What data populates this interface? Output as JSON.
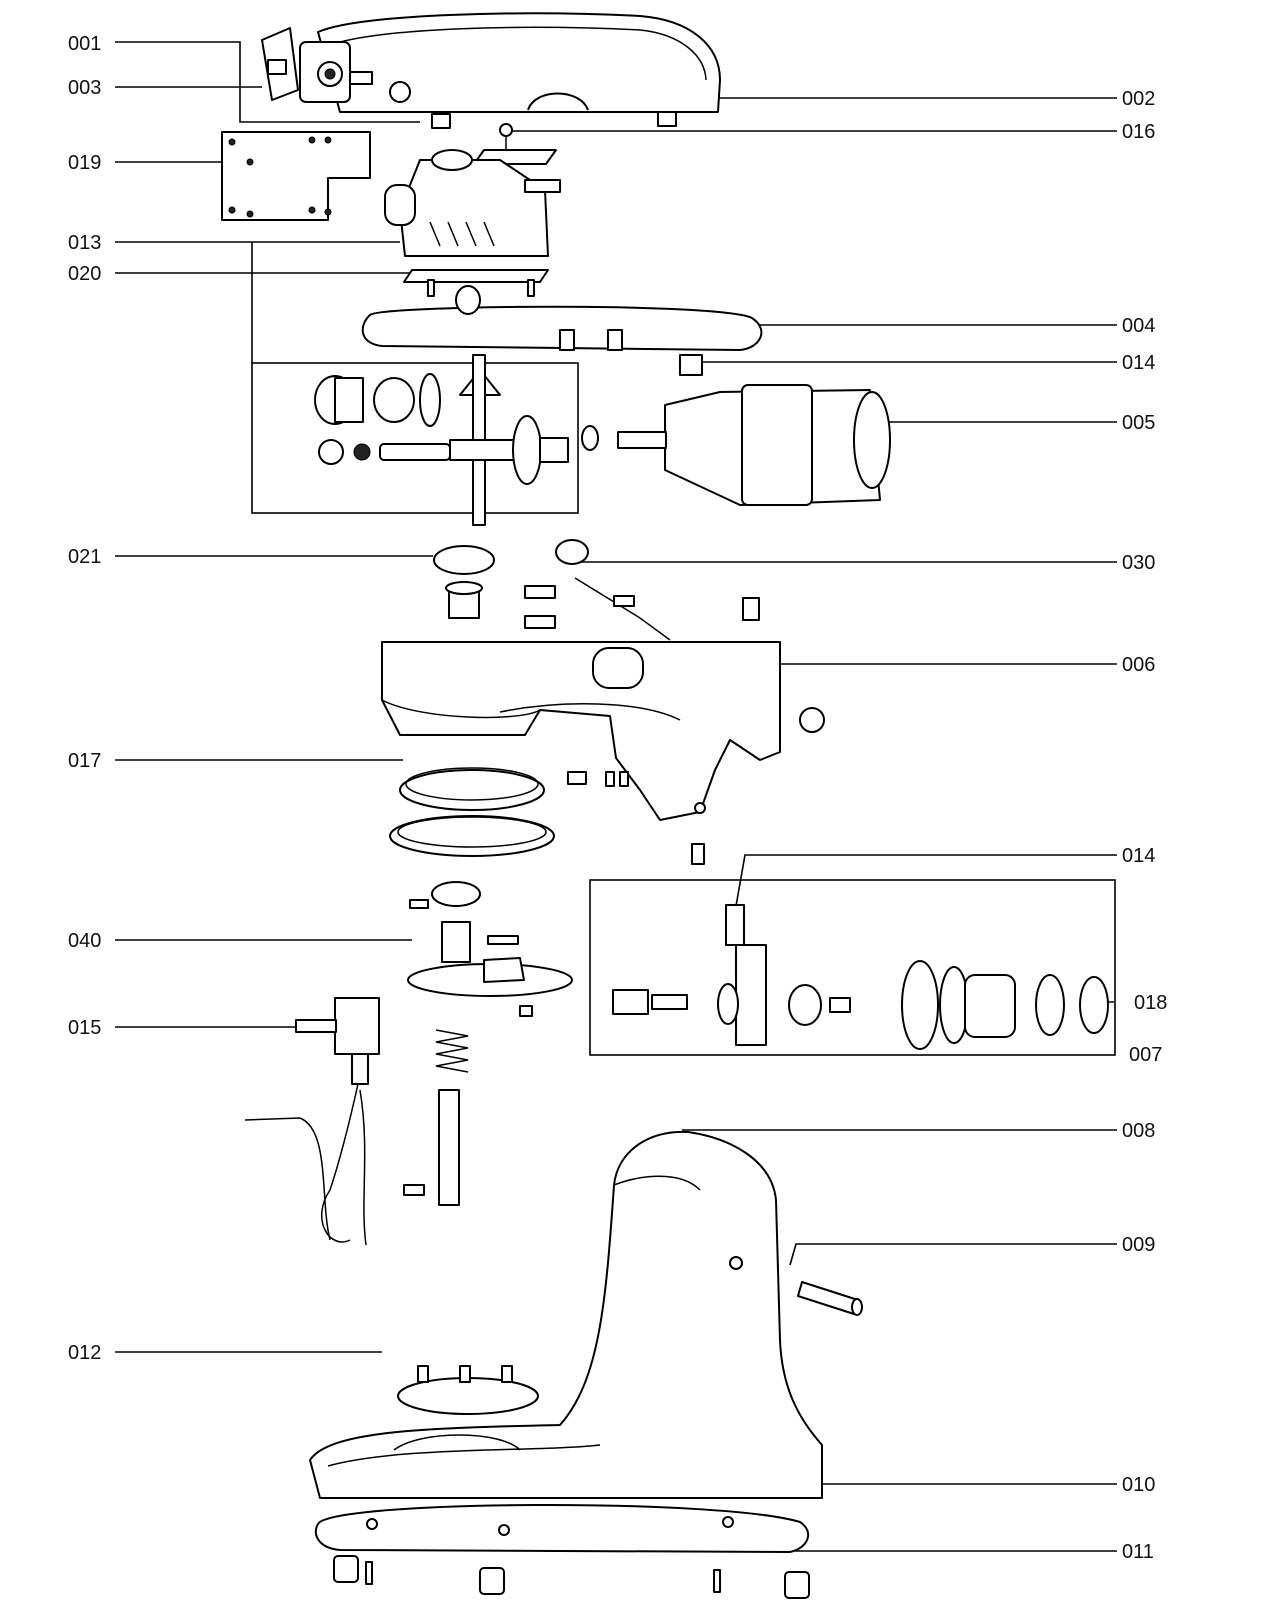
{
  "diagram": {
    "labels": [
      {
        "id": "001",
        "text": "001"
      },
      {
        "id": "003",
        "text": "003"
      },
      {
        "id": "019",
        "text": "019"
      },
      {
        "id": "013",
        "text": "013"
      },
      {
        "id": "020",
        "text": "020"
      },
      {
        "id": "021",
        "text": "021"
      },
      {
        "id": "017",
        "text": "017"
      },
      {
        "id": "040",
        "text": "040"
      },
      {
        "id": "015",
        "text": "015"
      },
      {
        "id": "012",
        "text": "012"
      },
      {
        "id": "002",
        "text": "002"
      },
      {
        "id": "016",
        "text": "016"
      },
      {
        "id": "004",
        "text": "004"
      },
      {
        "id": "014a",
        "text": "014"
      },
      {
        "id": "005",
        "text": "005"
      },
      {
        "id": "030",
        "text": "030"
      },
      {
        "id": "006",
        "text": "006"
      },
      {
        "id": "014b",
        "text": "014"
      },
      {
        "id": "018",
        "text": "018"
      },
      {
        "id": "007",
        "text": "007"
      },
      {
        "id": "008",
        "text": "008"
      },
      {
        "id": "009",
        "text": "009"
      },
      {
        "id": "010",
        "text": "010"
      },
      {
        "id": "011",
        "text": "011"
      }
    ]
  }
}
